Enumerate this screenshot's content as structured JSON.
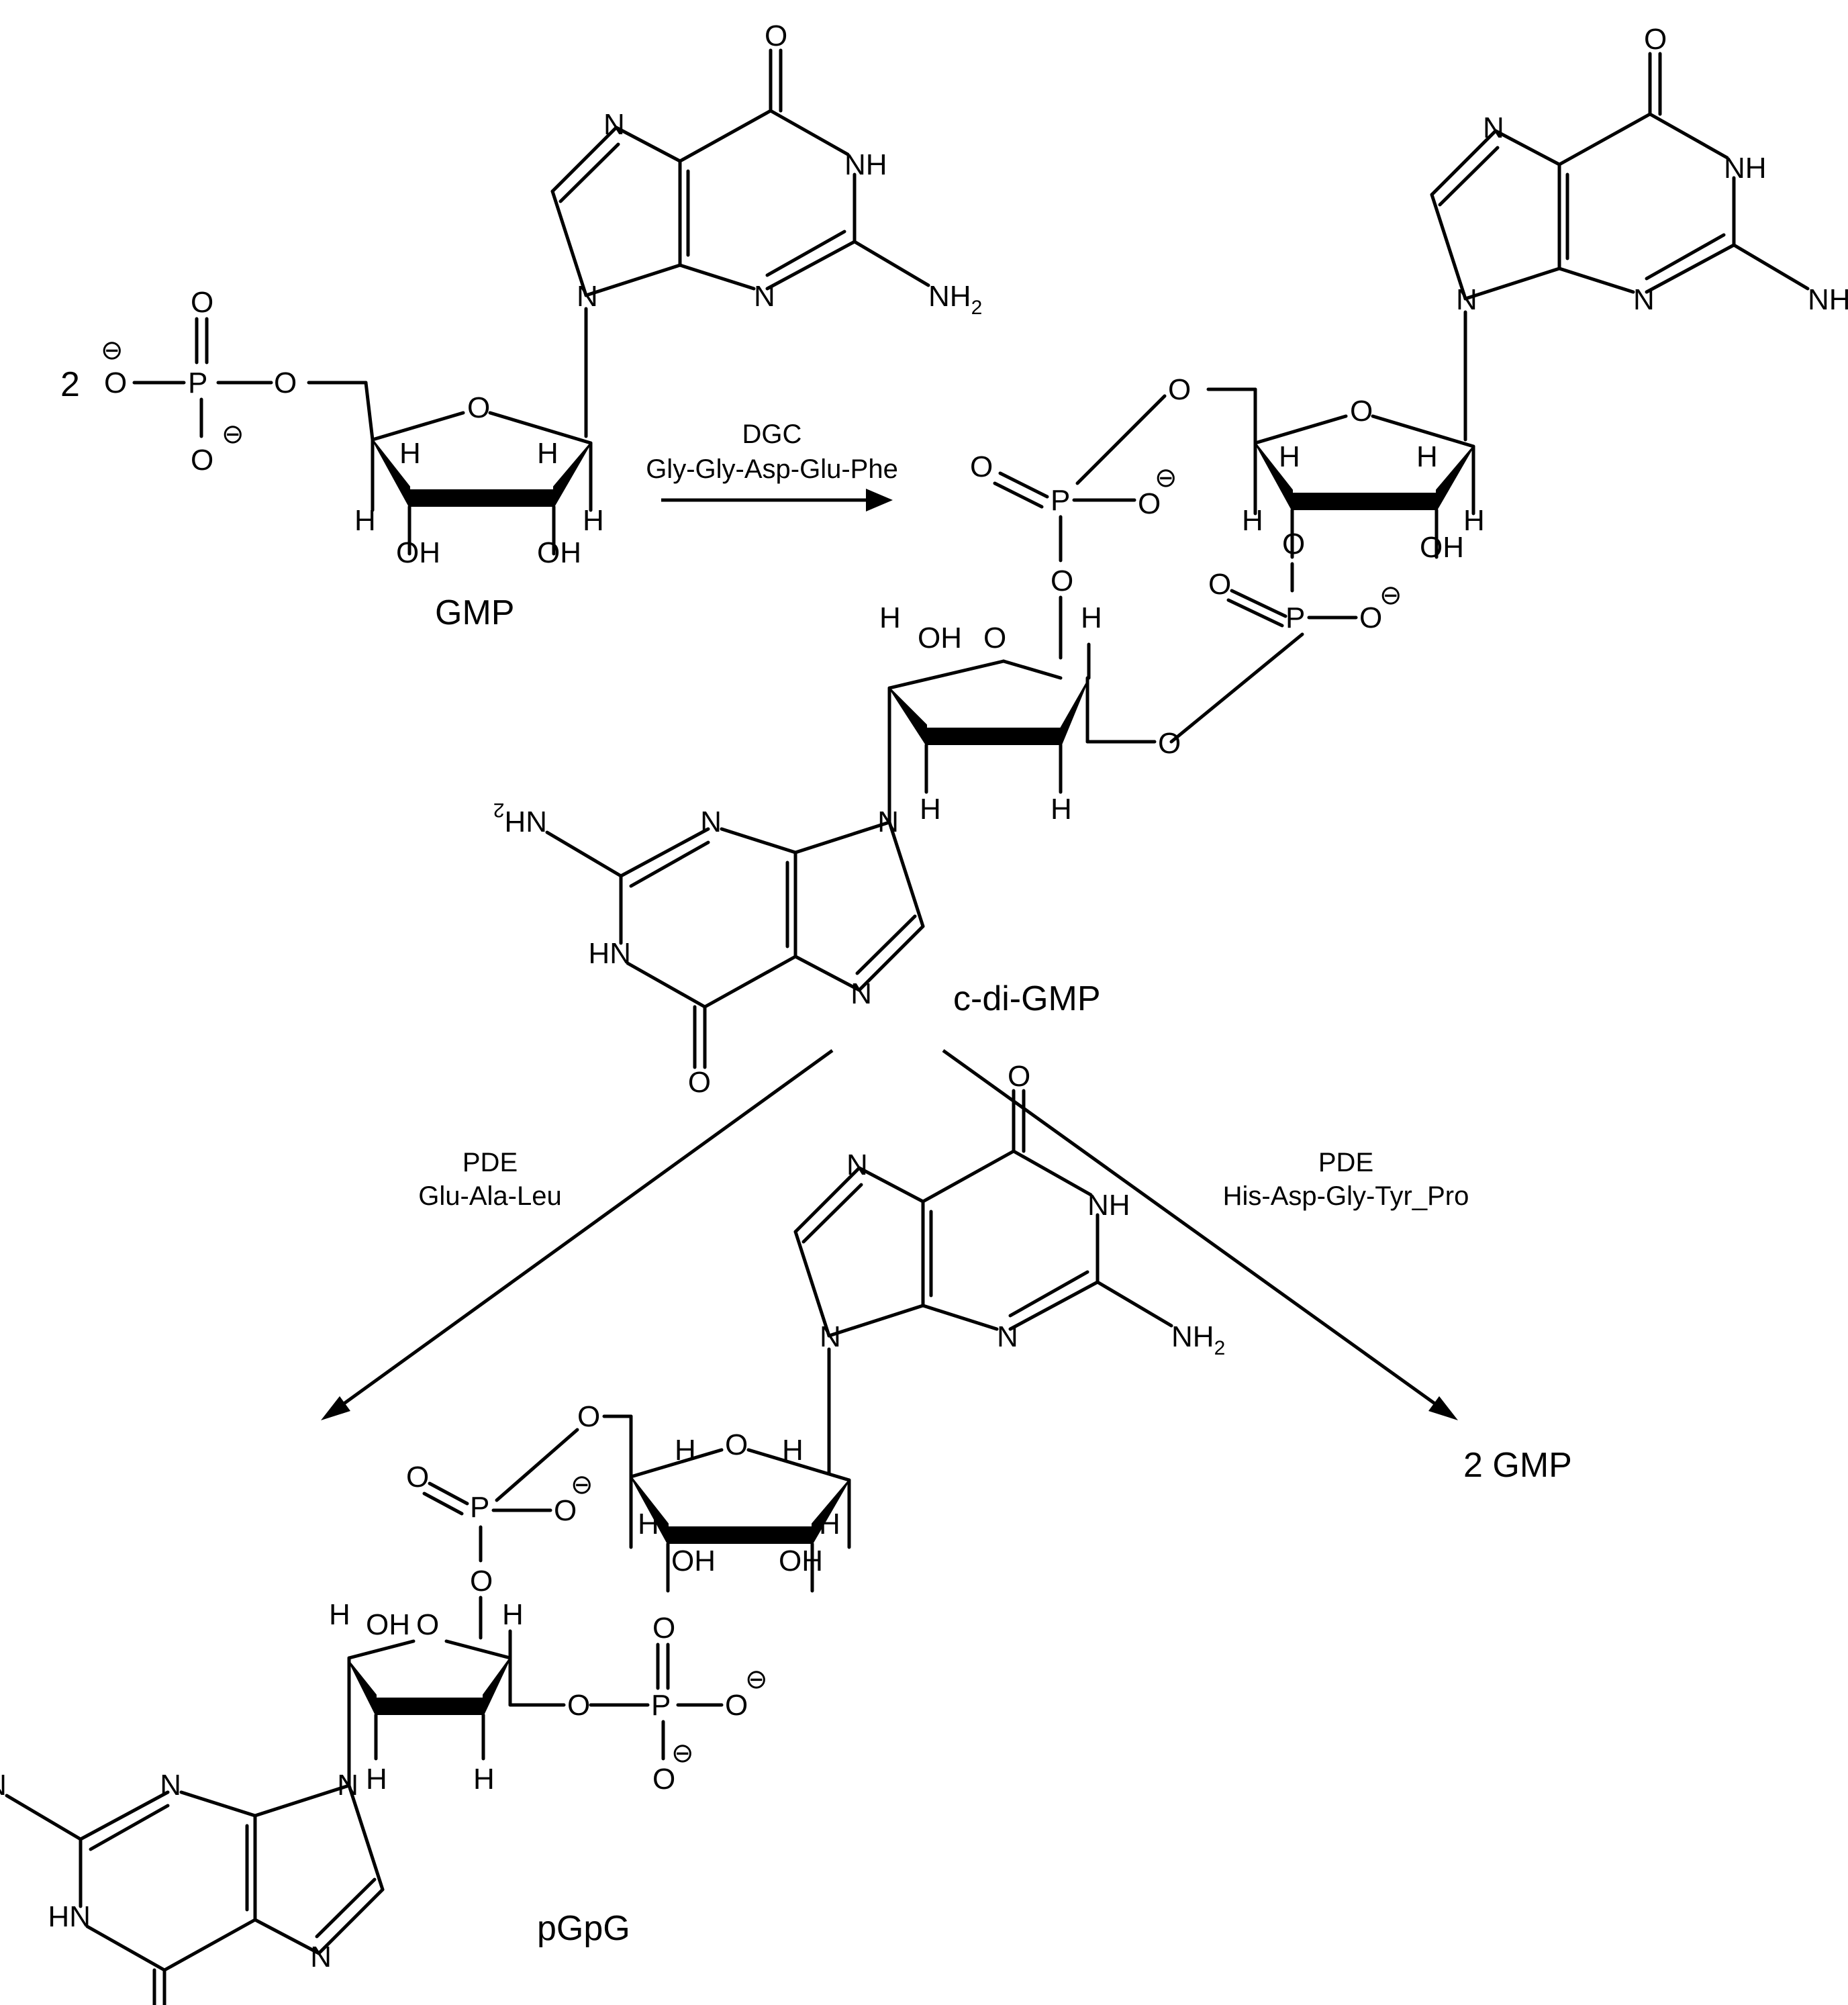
{
  "colors": {
    "ink": "#000000",
    "background": "#ffffff"
  },
  "compounds": {
    "gmp": {
      "name": "GMP",
      "coefficient": "2"
    },
    "cdigmp": {
      "name": "c-di-GMP"
    },
    "pgpg": {
      "name": "pGpG"
    },
    "gmp_product": {
      "name": "2 GMP"
    }
  },
  "reactions": {
    "dgc": {
      "enzyme": "DGC",
      "motif": "Gly-Gly-Asp-Glu-Phe"
    },
    "pde_eal": {
      "enzyme": "PDE",
      "motif": "Glu-Ala-Leu"
    },
    "pde_hdgyp": {
      "enzyme": "PDE",
      "motif": "His-Asp-Gly-Tyr_Pro"
    }
  },
  "atoms": {
    "O": "O",
    "N": "N",
    "NH": "NH",
    "HN": "HN",
    "NH2": "NH",
    "H2N": "H",
    "N_sub": "N",
    "H_sub": "2",
    "P": "P",
    "H": "H",
    "OH": "OH",
    "charge": "⊖"
  }
}
